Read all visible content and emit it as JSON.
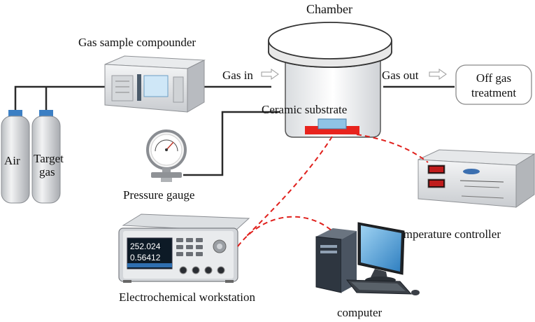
{
  "labels": {
    "chamber": "Chamber",
    "compounder": "Gas sample compounder",
    "gas_in": "Gas in",
    "gas_out": "Gas out",
    "offgas_line1": "Off gas",
    "offgas_line2": "treatment",
    "ceramic": "Ceramic substrate",
    "air": "Air",
    "target_line1": "Target",
    "target_line2": "gas",
    "pressure": "Pressure gauge",
    "temp_controller": "Temperature controller",
    "workstation": "Electrochemical workstation",
    "computer": "computer"
  },
  "workstation_display": {
    "line1": "252.024",
    "line2": "0.56412"
  },
  "colors": {
    "pipe": "#2a2a2a",
    "signal": "#e0201c",
    "gas_tank": "#d8dadc",
    "gas_valve": "#3b7fc4",
    "heater": "#e8231d",
    "substrate": "#8fc3e6"
  }
}
